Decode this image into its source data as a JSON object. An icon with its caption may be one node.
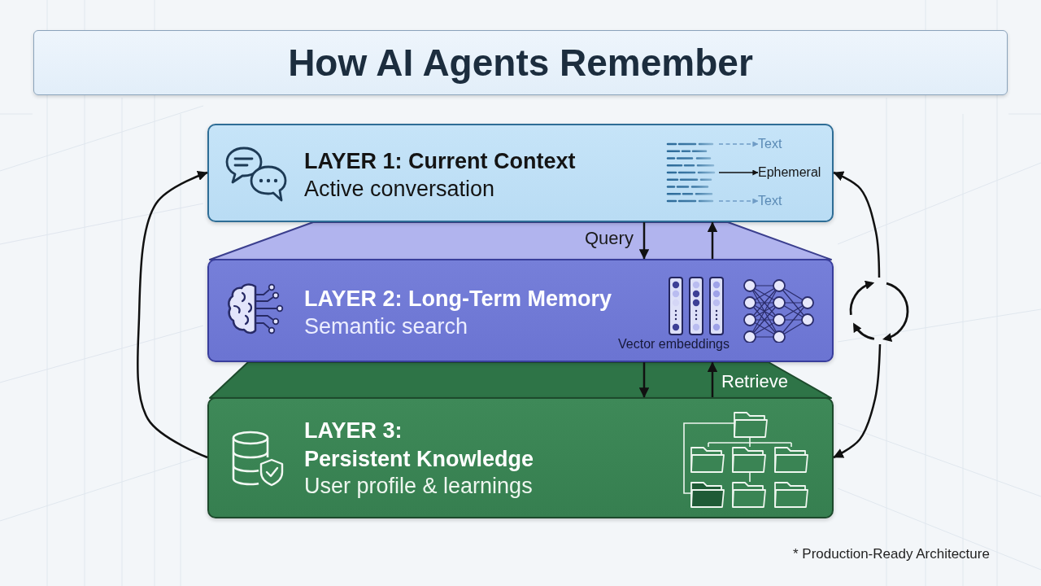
{
  "diagram": {
    "title": "How AI Agents Remember",
    "nodes": [
      {
        "text": [
          "LAYER 1: Current Context",
          "Active conversation"
        ]
      },
      {
        "text": [],
        "shape": "picture",
        "in": 0
      },
      {
        "text": [
          "Text"
        ],
        "in": 0
      },
      {
        "text": [
          "Ephemeral"
        ],
        "in": 0
      },
      {
        "text": [
          "Text"
        ],
        "in": 0
      },
      {
        "text": [
          "LAYER 2: Long-Term Memory",
          "Semantic search",
          "Vector embeddings"
        ]
      },
      {
        "text": [],
        "shape": "circle"
      },
      {
        "text": [
          "LAYER 3: Persistent Knowledge",
          "User profile & learnings"
        ]
      }
    ],
    "edges": [
      {
        "from": 0,
        "to": 5,
        "arrow": "to",
        "label": "Query"
      },
      {
        "from": 5,
        "to": 0,
        "arrow": "to"
      },
      {
        "from": 5,
        "to": 7,
        "arrow": "to"
      },
      {
        "from": 7,
        "to": 5,
        "arrow": "to",
        "label": "Retrieve"
      },
      {
        "from": 7,
        "to": 0,
        "arrow": "to"
      },
      {
        "from": 6,
        "to": 0,
        "arrow": "to"
      },
      {
        "from": 6,
        "to": 7,
        "arrow": "to"
      },
      {
        "from": 1,
        "to": 2,
        "arrow": "to",
        "style": "dashed",
        "color": "#6f9cc6"
      },
      {
        "from": 1,
        "to": 3,
        "arrow": "to"
      },
      {
        "from": 1,
        "to": 4,
        "arrow": "to",
        "style": "dashed",
        "color": "#6f9cc6"
      }
    ],
    "labels": [
      "* Production-Ready Architecture"
    ]
  }
}
